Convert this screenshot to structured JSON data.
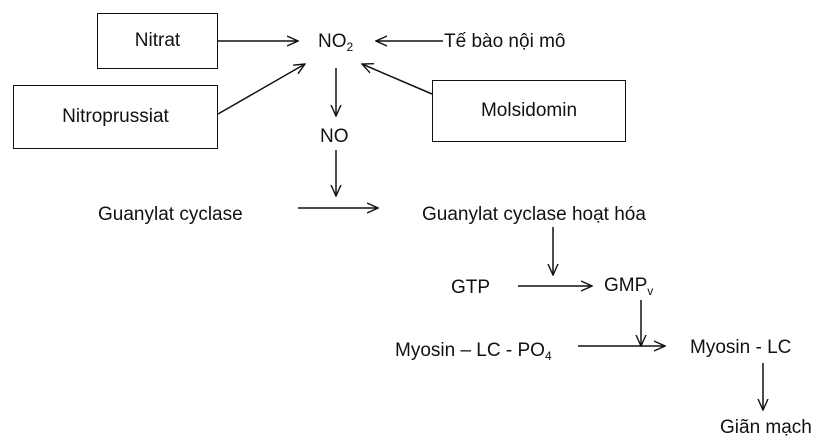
{
  "boxes": {
    "nitrat": "Nitrat",
    "nitroprussiat": "Nitroprussiat",
    "molsidomin": "Molsidomin"
  },
  "nodes": {
    "no2": {
      "main": "NO",
      "sub": "2"
    },
    "endothelial": "Tế bào nội mô",
    "no": "NO",
    "guanylat_cyclase": "Guanylat cyclase",
    "guanylat_cyclase_active": "Guanylat cyclase hoạt hóa",
    "gtp": "GTP",
    "gmp": {
      "main": "GMP",
      "sub": "v"
    },
    "myosin_lc_po4": {
      "main": "Myosin – LC - PO",
      "sub": "4"
    },
    "myosin_lc": "Myosin - LC",
    "vasodilation": "Giãn mạch"
  },
  "colors": {
    "stroke": "#111111",
    "text": "#111111",
    "background": "#ffffff"
  }
}
